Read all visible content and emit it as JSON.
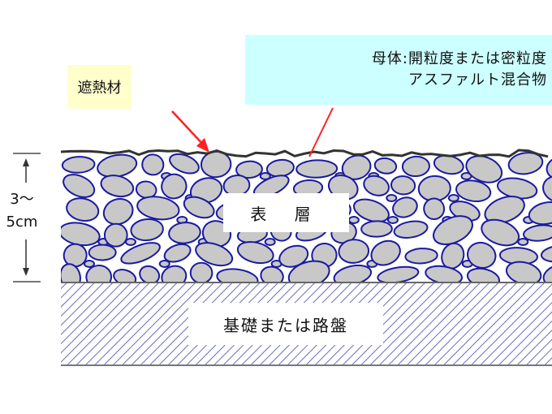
{
  "callouts": {
    "heat_shield": "遮熱材",
    "matrix_line1": "母体:開粒度または密粒度",
    "matrix_line2": "アスファルト混合物"
  },
  "layers": {
    "surface": "表 層",
    "base": "基礎または路盤"
  },
  "thickness": {
    "line1": "3～",
    "line2": "5cm"
  },
  "colors": {
    "stone_fill": "#c8c8c8",
    "stone_outline": "#1a1aa0",
    "arrow": "#ff2020",
    "hatch": "#6a6ac0",
    "heat_box": "#ffffcc",
    "matrix_box": "#ccffff"
  }
}
